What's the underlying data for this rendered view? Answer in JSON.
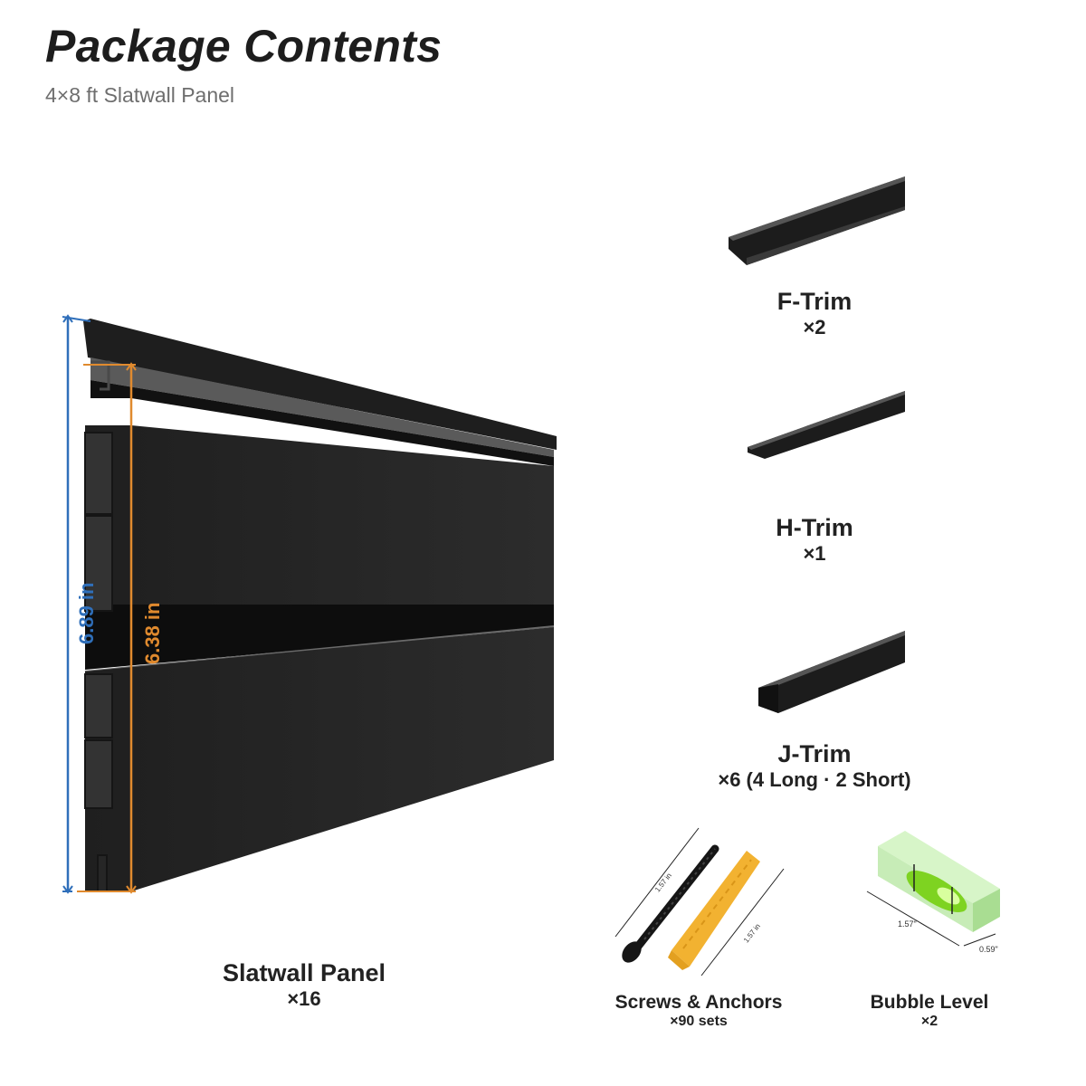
{
  "header": {
    "title": "Package Contents",
    "subtitle": "4×8 ft Slatwall Panel"
  },
  "panel": {
    "name": "Slatwall Panel",
    "qty": "×16",
    "dim_outer": "6.89 in",
    "dim_inner": "6.38 in"
  },
  "f_trim": {
    "name": "F-Trim",
    "qty": "×2"
  },
  "h_trim": {
    "name": "H-Trim",
    "qty": "×1"
  },
  "j_trim": {
    "name": "J-Trim",
    "qty": "×6 (4 Long · 2 Short)"
  },
  "screws": {
    "name": "Screws & Anchors",
    "qty": "×90 sets",
    "dim_screw": "1.57 in",
    "dim_anchor": "1.57 in"
  },
  "level": {
    "name": "Bubble Level",
    "qty": "×2",
    "dim_length": "1.57\"",
    "dim_width": "0.59\""
  },
  "colors": {
    "panel": "#262626",
    "panel_edge": "#3a3a3a",
    "dim_blue": "#2f6fba",
    "dim_orange": "#e08a2e",
    "level_green": "#7ed321"
  }
}
